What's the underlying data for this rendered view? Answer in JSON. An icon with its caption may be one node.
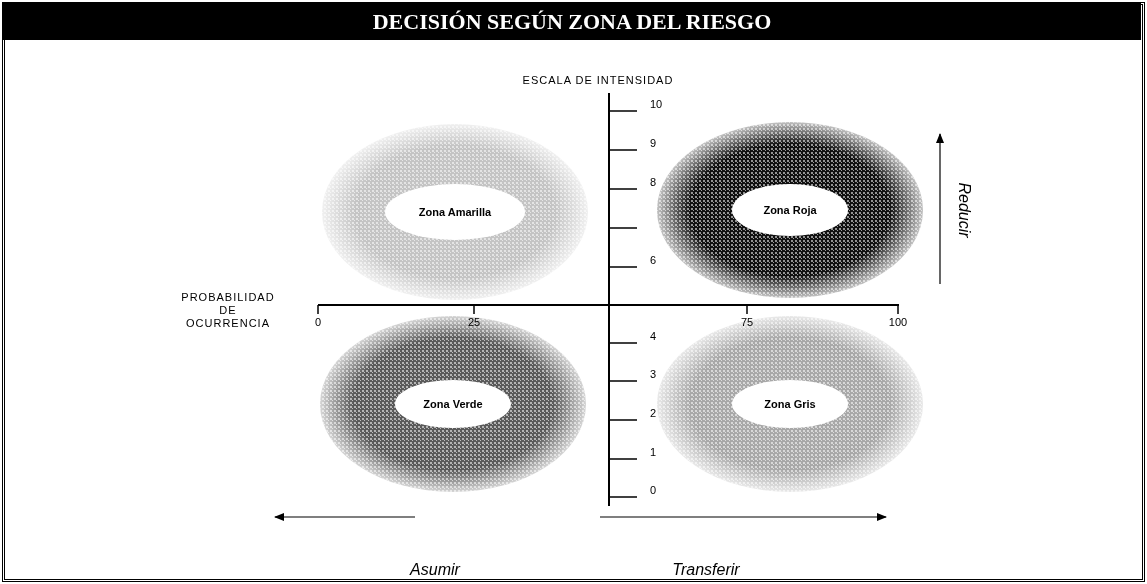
{
  "diagram": {
    "title": "DECISIÓN SEGÚN ZONA DEL RIESGO",
    "nodes": [
      {
        "text": [
          "Zona Amarilla"
        ]
      },
      {
        "text": [
          "Zona Roja"
        ]
      },
      {
        "text": [
          "Zona Verde"
        ]
      },
      {
        "text": [
          "Zona Gris"
        ]
      }
    ],
    "edges": [],
    "labels": [
      "ESCALA DE INTENSIDAD",
      "10",
      "9",
      "8",
      "6",
      "PROBABILIDAD DE OCURRENCIA",
      "0",
      "25",
      "75",
      "100",
      "4",
      "3",
      "2",
      "1",
      "0",
      "Reducir",
      "Asumir",
      "Transferir"
    ]
  }
}
